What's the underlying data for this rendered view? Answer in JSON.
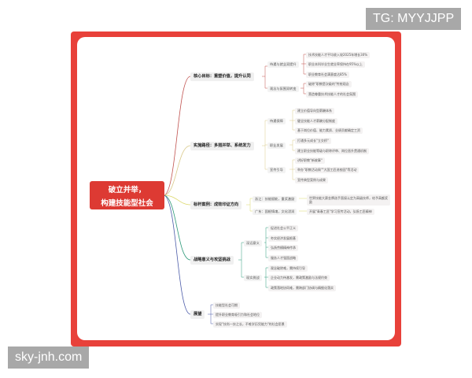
{
  "watermarks": {
    "top_right": "TG: MYYJJPP",
    "bottom_left": "sky-jnh.com"
  },
  "colors": {
    "frame": "#e8413a",
    "root_bg": "#dd3a33",
    "branch1_line": "#c0504d",
    "branch2_line": "#d9c98a",
    "branch3_line": "#dcd86a",
    "branch4_line": "#2f9a7a",
    "branch5_line": "#4a5aa8"
  },
  "mindmap": {
    "root": {
      "line1": "破立并举，",
      "line2": "构建技能型社会"
    },
    "branches": [
      {
        "label": "核心目标：重塑价值，提升认同",
        "children": [
          {
            "label": "待遇与就业双提升",
            "items": [
              "技术技能人才平均收入较2025年增长30%",
              "职业本科毕业生就业率保持在95%以上",
              "职业教育社会满意度达85%"
            ]
          },
          {
            "label": "观念与氛围双转变",
            "items": [
              "破除\"职教是次级的\"传统观念",
              "营造尊重技术技能人才的社会氛围"
            ]
          }
        ]
      },
      {
        "label": "实施路径：多措并举、系统发力",
        "children": [
          {
            "label": "待遇保障",
            "items": [
              "建立价值导向型薪酬体系",
              "健全技能人才薪酬分配制度",
              "基于岗位价值、能力素质、业绩贡献确定工资"
            ]
          },
          {
            "label": "职业发展",
            "items": [
              "打通多元成长\"立交桥\"",
              "建立职业技能等级与职称评审、岗位晋升贯通机制"
            ]
          },
          {
            "label": "宣传引导",
            "items": [
              "讲好职教\"新故事\"",
              "举办\"职教活动周\"\"大国工匠进校园\"等活动",
              "宣传典型案例与成果"
            ]
          }
        ]
      },
      {
        "label": "标杆案例：成效印证方向",
        "children": [
          {
            "label": "浙江：技能赋能，重奖激励",
            "items": [
              "世界技能大赛金牌选手直接认定为高级技师，给予高额奖励"
            ]
          },
          {
            "label": "广东：固根铸魂，文化浸润",
            "items": [
              "开展\"青春工匠\"学习宣传活动，弘扬工匠精神"
            ]
          }
        ]
      },
      {
        "label": "战略意义与攻坚挑战",
        "children": [
          {
            "label": "深远意义",
            "items": [
              "促进社会公平正义",
              "夯实经济发展根基",
              "弘扬劳模精神传承",
              "服务人才强国战略"
            ]
          },
          {
            "label": "现实挑战",
            "items": [
              "观念破除难，需持续引导",
              "企业动力待激发，需政策激励与法规约束",
              "政策落地协同难，需跨部门协调与精细化落实"
            ]
          }
        ]
      },
      {
        "label": "展望",
        "children": [],
        "items": [
          "技能型社会可期",
          "提升职业教育吸引力和社会地位",
          "实现\"技尚一技之长，不唯学历凭能力\"的社会愿景"
        ]
      }
    ]
  }
}
